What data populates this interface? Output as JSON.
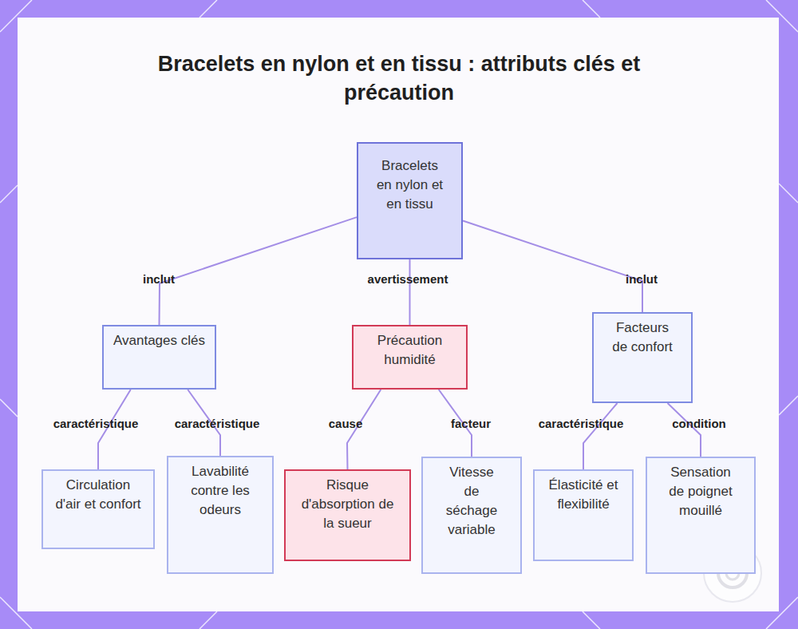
{
  "diagram": {
    "title": "Bracelets en nylon et en tissu : attributs clés et précaution",
    "nodes": [
      {
        "text": [
          "Bracelets en nylon et en tissu"
        ]
      },
      {
        "text": [
          "Avantages clés"
        ]
      },
      {
        "text": [
          "Précaution humidité"
        ]
      },
      {
        "text": [
          "Facteurs de confort"
        ]
      },
      {
        "text": [
          "Circulation d'air et confort"
        ]
      },
      {
        "text": [
          "Lavabilité contre les odeurs"
        ]
      },
      {
        "text": [
          "Risque d'absorption de la sueur"
        ]
      },
      {
        "text": [
          "Vitesse de séchage variable"
        ]
      },
      {
        "text": [
          "Élasticité et flexibilité"
        ]
      },
      {
        "text": [
          "Sensation de poignet mouillé"
        ]
      }
    ],
    "edges": [
      {
        "from": 0,
        "to": 1,
        "label": "inclut",
        "arrow": "none"
      },
      {
        "from": 0,
        "to": 2,
        "label": "avertissement",
        "arrow": "none"
      },
      {
        "from": 0,
        "to": 3,
        "label": "inclut",
        "arrow": "none"
      },
      {
        "from": 1,
        "to": 4,
        "label": "caractéristique",
        "arrow": "none"
      },
      {
        "from": 1,
        "to": 5,
        "label": "caractéristique",
        "arrow": "none"
      },
      {
        "from": 2,
        "to": 6,
        "label": "cause",
        "arrow": "none"
      },
      {
        "from": 2,
        "to": 7,
        "label": "facteur",
        "arrow": "none"
      },
      {
        "from": 3,
        "to": 8,
        "label": "caractéristique",
        "arrow": "none"
      },
      {
        "from": 3,
        "to": 9,
        "label": "condition",
        "arrow": "none"
      }
    ]
  }
}
